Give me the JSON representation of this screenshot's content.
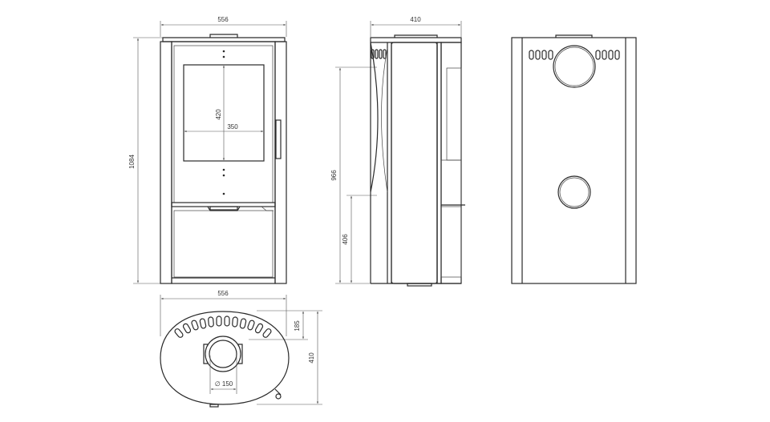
{
  "colors": {
    "line": "#2a2a2a",
    "dimension": "#555555",
    "background": "#ffffff"
  },
  "front_view": {
    "width": "556",
    "height": "1084",
    "window_width": "350",
    "window_height": "420"
  },
  "side_view": {
    "depth": "410",
    "height": "966",
    "lower_height": "406"
  },
  "top_view": {
    "width": "556",
    "depth": "410",
    "outlet_offset": "185",
    "outlet_diameter": "∅ 150"
  }
}
